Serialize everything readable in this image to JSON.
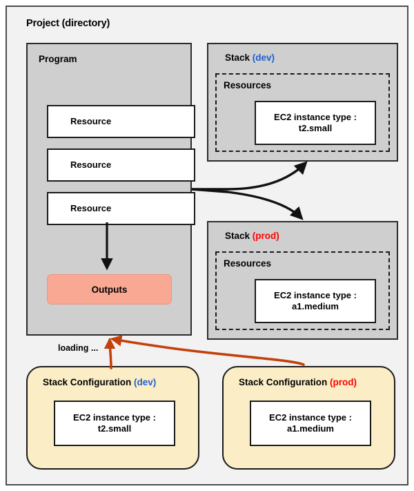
{
  "diagram": {
    "title": "Project (directory)",
    "background_color": "#f2f2f2",
    "panel_color": "#cfcfcf",
    "outputs_color": "#f9a894",
    "config_color": "#fbeec6",
    "dev_color": "#1f5fd0",
    "prod_color": "#ff0000",
    "arrow_color": "#c2410c"
  },
  "program": {
    "title": "Program",
    "resources": [
      {
        "label": "Resource"
      },
      {
        "label": "Resource"
      },
      {
        "label": "Resource"
      }
    ],
    "outputs_label": "Outputs"
  },
  "stacks": [
    {
      "title": "Stack",
      "env": "(dev)",
      "env_kind": "dev",
      "resources_label": "Resources",
      "card_line1": "EC2 instance type :",
      "card_line2": "t2.small"
    },
    {
      "title": "Stack",
      "env": "(prod)",
      "env_kind": "prod",
      "resources_label": "Resources",
      "card_line1": "EC2 instance type :",
      "card_line2": "a1.medium"
    }
  ],
  "configs": [
    {
      "title": "Stack Configuration",
      "env": "(dev)",
      "env_kind": "dev",
      "card_line1": "EC2 instance type :",
      "card_line2": "t2.small"
    },
    {
      "title": "Stack Configuration",
      "env": "(prod)",
      "env_kind": "prod",
      "card_line1": "EC2 instance type :",
      "card_line2": "a1.medium"
    }
  ],
  "annotations": {
    "loading_label": "loading ..."
  }
}
